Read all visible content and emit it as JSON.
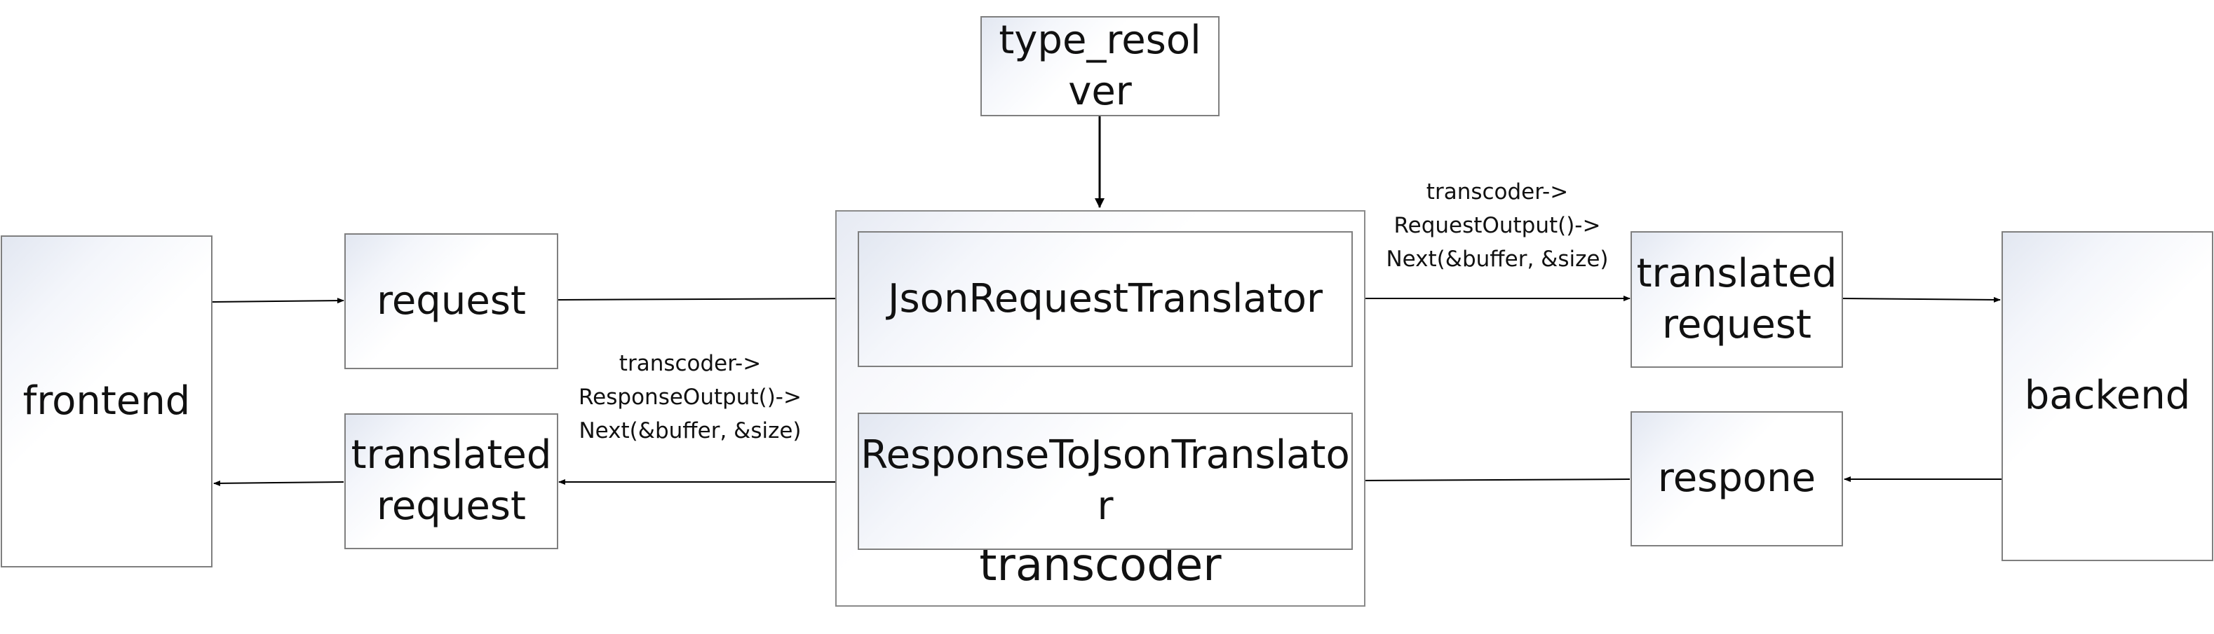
{
  "nodes": {
    "type_resolver": "type_resolver",
    "frontend": "frontend",
    "request": "request",
    "translated_request_left": "translated\nrequest",
    "transcoder": "transcoder",
    "json_request_translator": "JsonRequestTranslator",
    "response_to_json_translator": "ResponseToJsonTranslator",
    "translated_request_right": "translated\nrequest",
    "respone": "respone",
    "backend": "backend"
  },
  "edge_labels": {
    "request_output": "transcoder->\nRequestOutput()->\nNext(&buffer, &size)",
    "response_output": "transcoder->\nResponseOutput()->\nNext(&buffer, &size)"
  },
  "colors": {
    "border": "#7f7f7f",
    "gradient": "#e2e7f1",
    "arrow": "#000000"
  }
}
